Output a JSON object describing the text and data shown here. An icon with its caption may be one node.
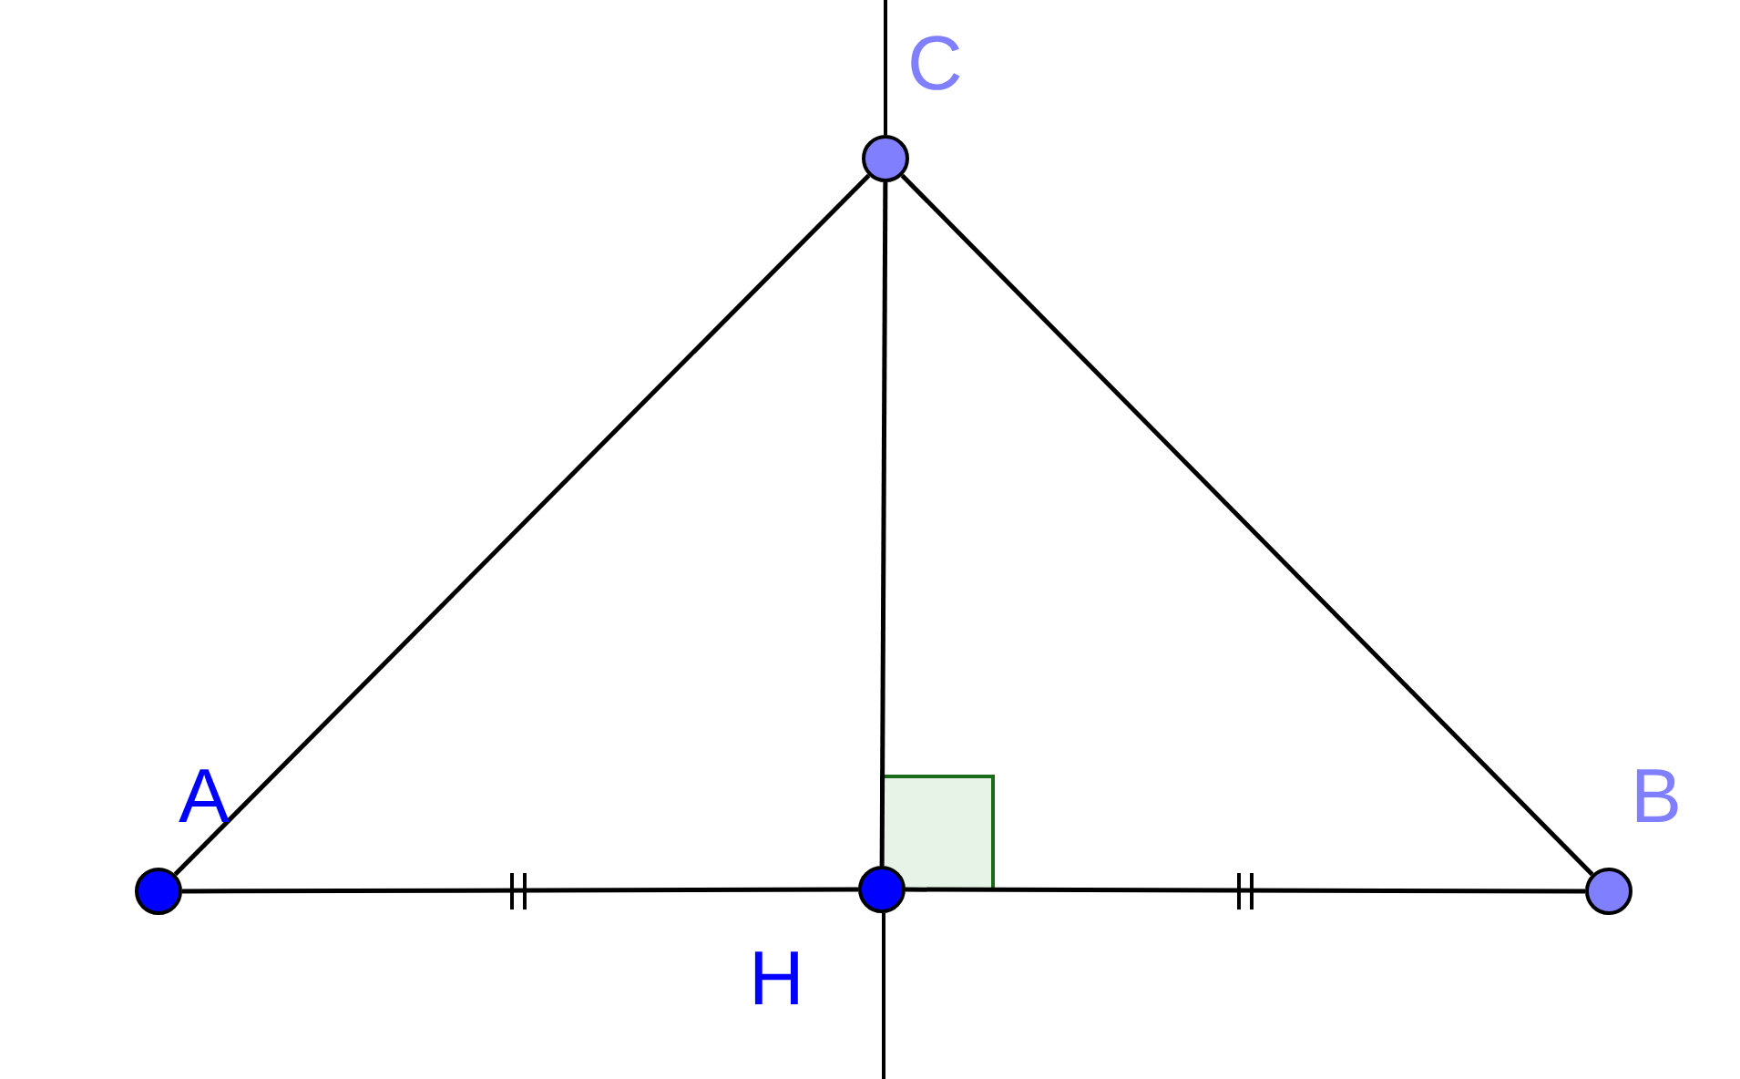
{
  "diagram": {
    "nodes": [
      {
        "text": [],
        "shape": "circle",
        "beside": [
          "A"
        ]
      },
      {
        "text": [],
        "shape": "circle",
        "beside": [
          "B"
        ]
      },
      {
        "text": [],
        "shape": "circle",
        "beside": [
          "C"
        ]
      },
      {
        "text": [],
        "shape": "circle",
        "beside": [
          "H"
        ]
      }
    ],
    "edges": [
      {
        "from": 0,
        "to": 2,
        "arrow": "none"
      },
      {
        "from": 2,
        "to": 1,
        "arrow": "none"
      },
      {
        "from": 0,
        "to": 3,
        "arrow": "none"
      },
      {
        "from": 3,
        "to": 1,
        "arrow": "none"
      },
      {
        "from": 2,
        "to": 3,
        "arrow": "none"
      }
    ]
  }
}
